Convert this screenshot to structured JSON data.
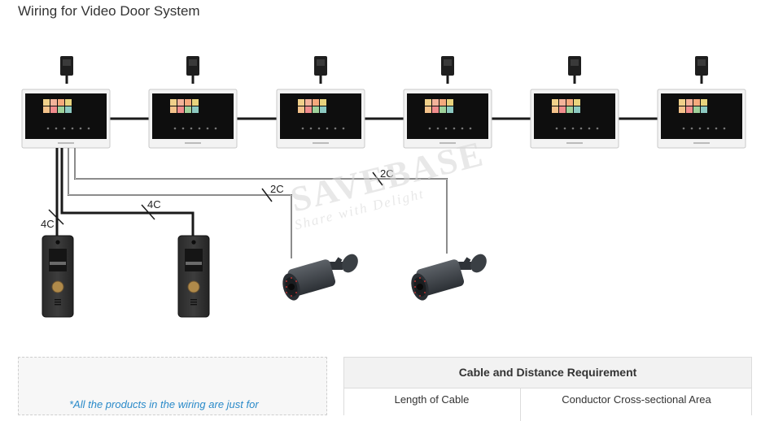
{
  "page": {
    "title": "Wiring for Video Door System"
  },
  "diagram": {
    "monitor_count": 6,
    "outdoor_station_count": 2,
    "camera_count": 2,
    "cable_labels": [
      "4C",
      "4C",
      "2C",
      "2C"
    ],
    "watermark": {
      "brand": "SAVEBASE",
      "slogan": "Share with Delight"
    }
  },
  "note": {
    "text": "*All the products in the wiring are just for"
  },
  "requirement_table": {
    "title": "Cable and Distance Requirement",
    "headers": [
      "Length of Cable",
      "Conductor Cross-sectional Area"
    ]
  },
  "colors": {
    "cable": "#1a1a1a",
    "note_text": "#2a8ac9",
    "monitor_frame": "#f2f2f2"
  }
}
